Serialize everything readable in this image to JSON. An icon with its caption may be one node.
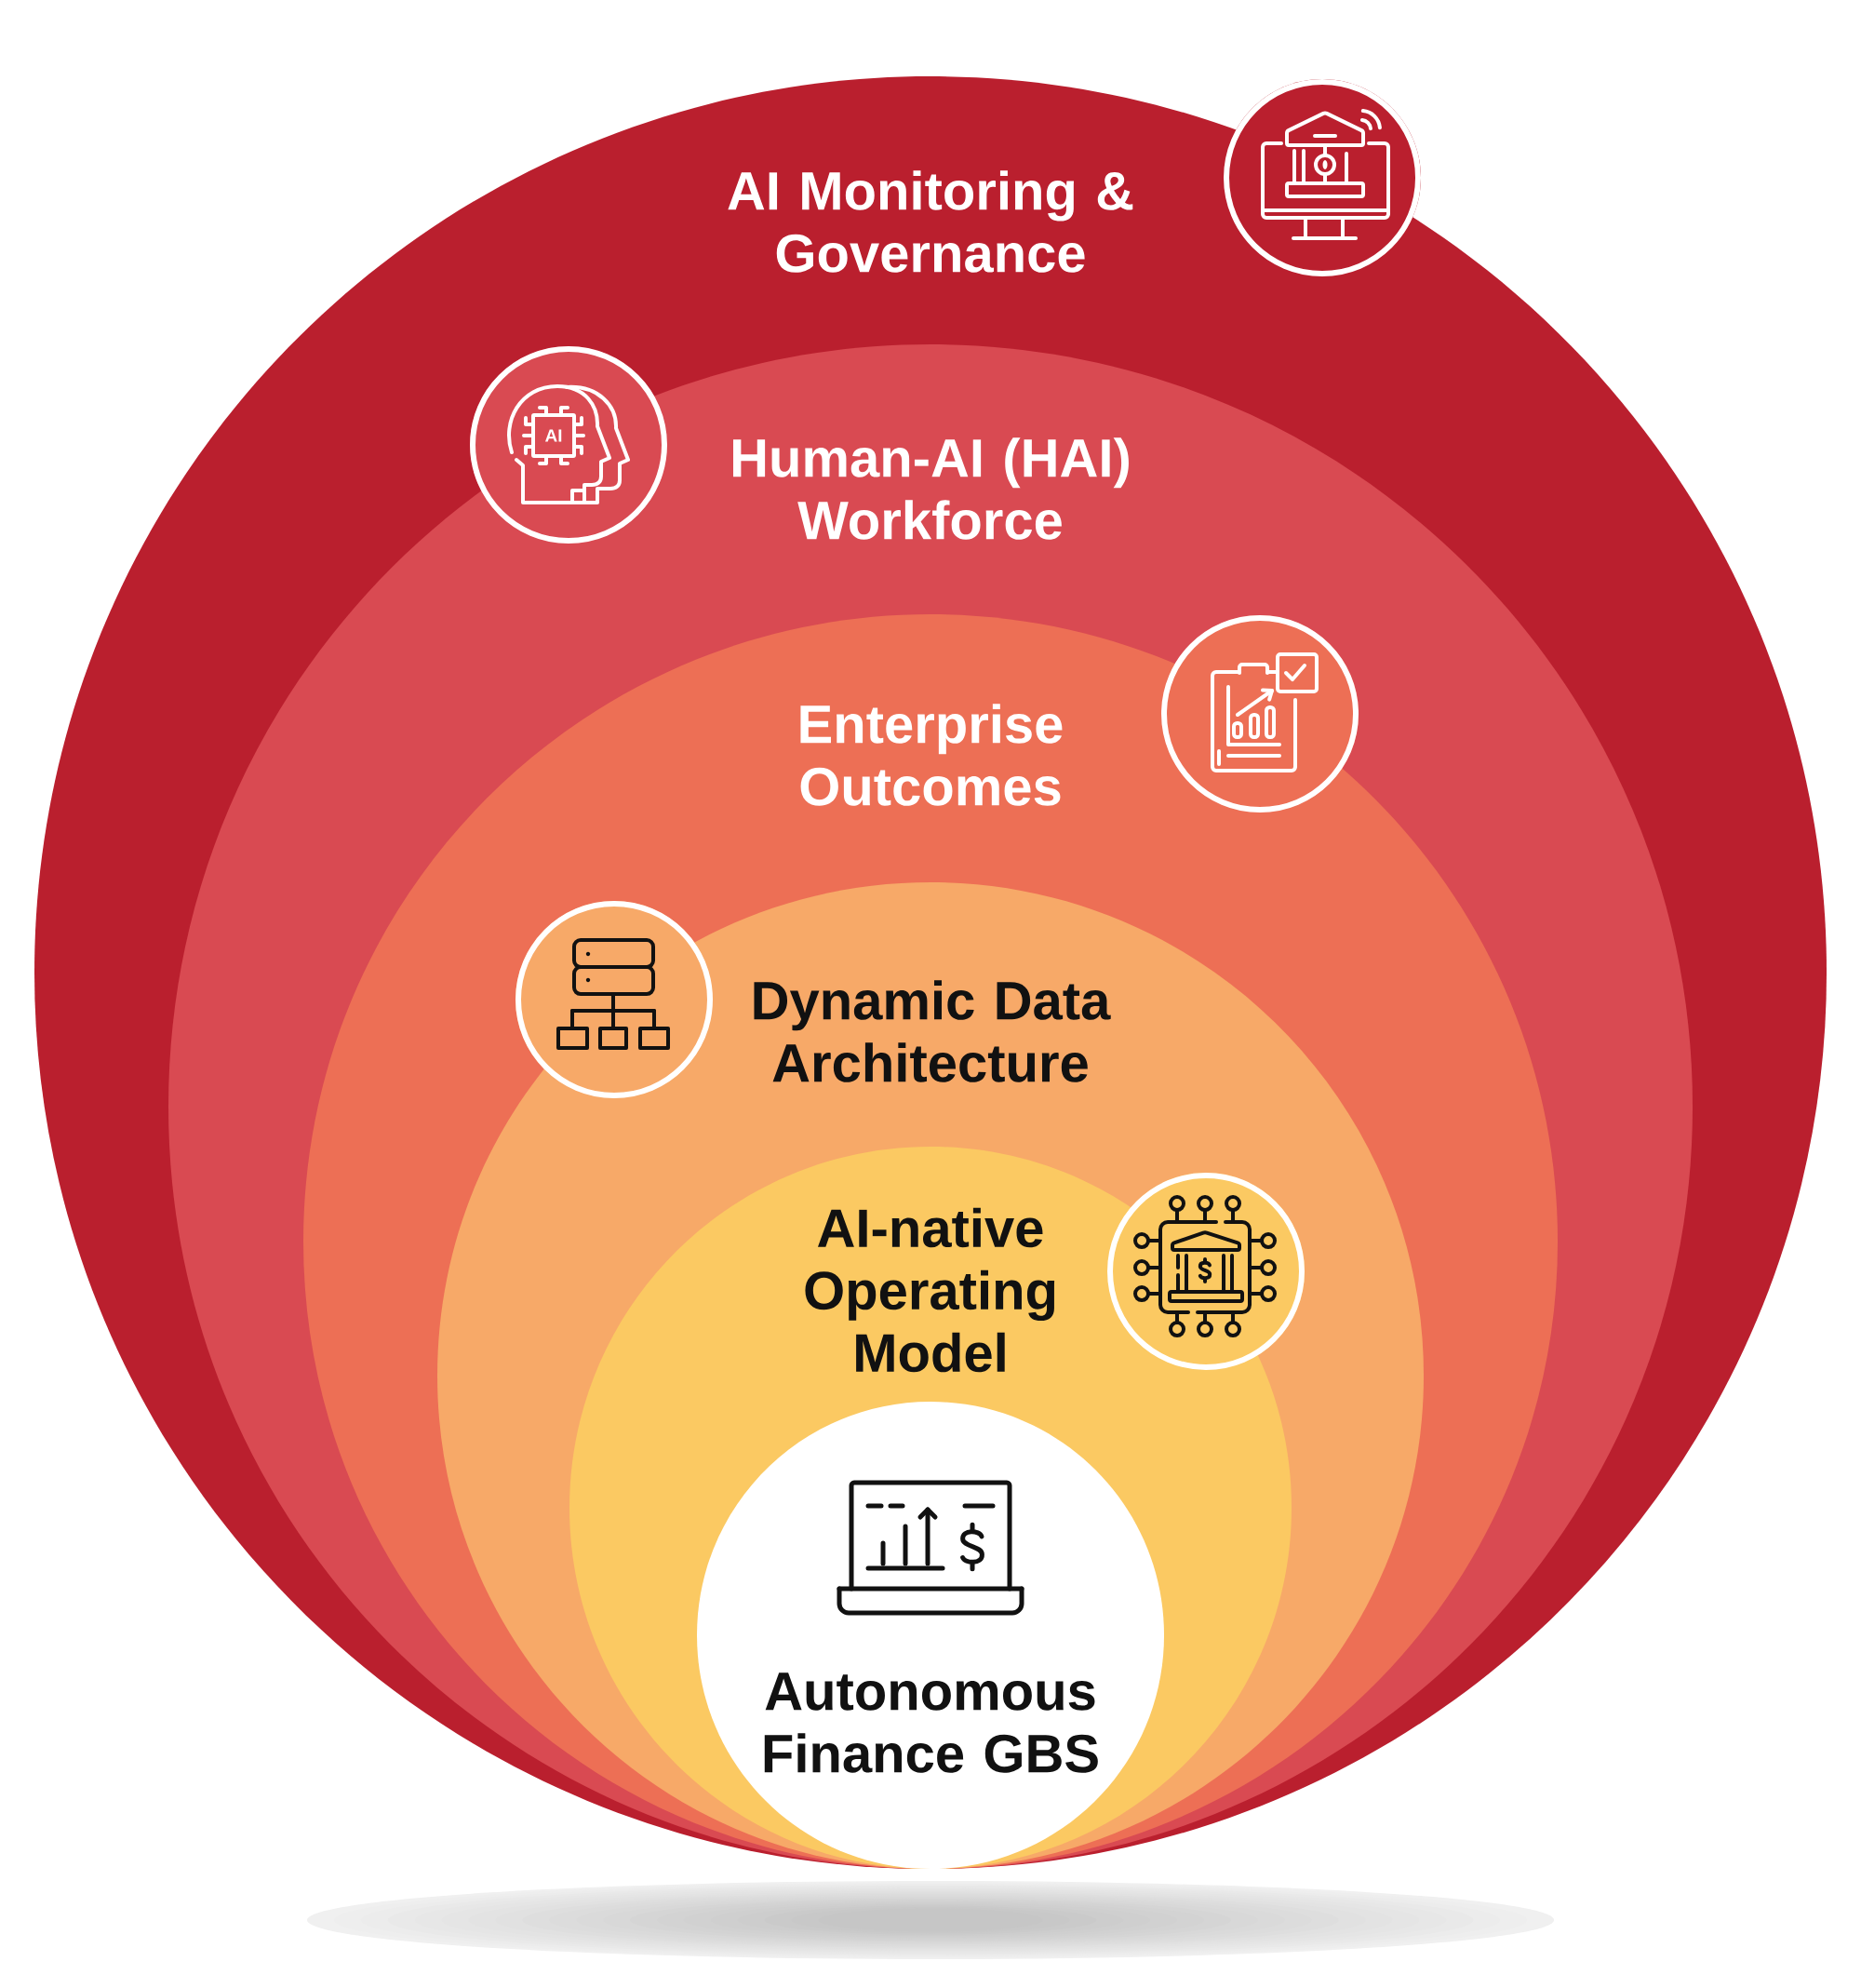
{
  "diagram": {
    "nodes": [
      {
        "text": [
          "AI Monitoring & Governance"
        ]
      },
      {
        "text": [
          "Human-AI (HAI) Workforce"
        ],
        "in": 0
      },
      {
        "text": [
          "Enterprise Outcomes"
        ],
        "in": 1
      },
      {
        "text": [
          "Dynamic Data Architecture"
        ],
        "in": 2
      },
      {
        "text": [
          "AI-native Operating Model"
        ],
        "in": 3
      },
      {
        "text": [
          "Autonomous Finance GBS"
        ],
        "in": 4
      }
    ],
    "labels": [
      "AI"
    ]
  }
}
